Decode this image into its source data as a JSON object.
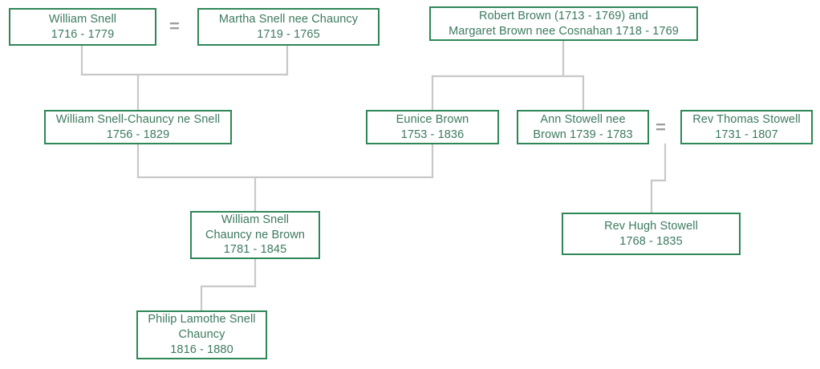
{
  "diagram": {
    "title": "Snell / Chauncy / Brown / Stowell family tree",
    "colors": {
      "box_border": "#2e8757",
      "box_text": "#3c7a5e",
      "connector": "#c8c8c8",
      "equals_sign": "#9e9e9e",
      "background": "#ffffff"
    },
    "marriage_symbol": "=",
    "nodes": [
      {
        "id": "william-snell",
        "name": "William Snell",
        "lines": [
          "William Snell",
          "1716 - 1779"
        ],
        "dates": "1716 - 1779",
        "birth": 1716,
        "death": 1779
      },
      {
        "id": "martha-snell-nee-chauncy",
        "name": "Martha Snell nee Chauncy",
        "lines": [
          "Martha Snell nee Chauncy",
          "1719 - 1765"
        ],
        "dates": "1719 - 1765",
        "birth": 1719,
        "death": 1765
      },
      {
        "id": "robert-and-margaret-brown",
        "name": "Robert Brown and Margaret Brown nee Cosnahan",
        "lines": [
          "Robert Brown (1713 - 1769) and",
          "Margaret Brown nee Cosnahan  1718 - 1769"
        ],
        "dates": "1713 - 1769 / 1718 - 1769"
      },
      {
        "id": "william-snell-chauncy-ne-snell",
        "name": "William Snell-Chauncy ne Snell",
        "lines": [
          "William Snell-Chauncy ne Snell",
          "1756 - 1829"
        ],
        "dates": "1756 - 1829",
        "birth": 1756,
        "death": 1829
      },
      {
        "id": "eunice-brown",
        "name": "Eunice Brown",
        "lines": [
          "Eunice Brown",
          "1753 - 1836"
        ],
        "dates": "1753 - 1836",
        "birth": 1753,
        "death": 1836
      },
      {
        "id": "ann-stowell-nee-brown",
        "name": "Ann Stowell nee Brown",
        "lines": [
          "Ann Stowell nee",
          "Brown 1739 - 1783"
        ],
        "dates": "1739 - 1783",
        "birth": 1739,
        "death": 1783
      },
      {
        "id": "rev-thomas-stowell",
        "name": "Rev Thomas Stowell",
        "lines": [
          "Rev Thomas Stowell",
          "1731 - 1807"
        ],
        "dates": "1731 - 1807",
        "birth": 1731,
        "death": 1807
      },
      {
        "id": "william-snell-chauncy-ne-brown",
        "name": "William Snell Chauncy ne Brown",
        "lines": [
          "William Snell",
          "Chauncy ne Brown",
          "1781 - 1845"
        ],
        "dates": "1781 - 1845",
        "birth": 1781,
        "death": 1845
      },
      {
        "id": "rev-hugh-stowell",
        "name": "Rev Hugh Stowell",
        "lines": [
          "Rev Hugh Stowell",
          "1768 - 1835"
        ],
        "dates": "1768 - 1835",
        "birth": 1768,
        "death": 1835
      },
      {
        "id": "philip-lamothe-snell-chauncy",
        "name": "Philip Lamothe Snell Chauncy",
        "lines": [
          "Philip Lamothe Snell",
          "Chauncy",
          "1816 - 1880"
        ],
        "dates": "1816 - 1880",
        "birth": 1816,
        "death": 1880
      }
    ]
  }
}
